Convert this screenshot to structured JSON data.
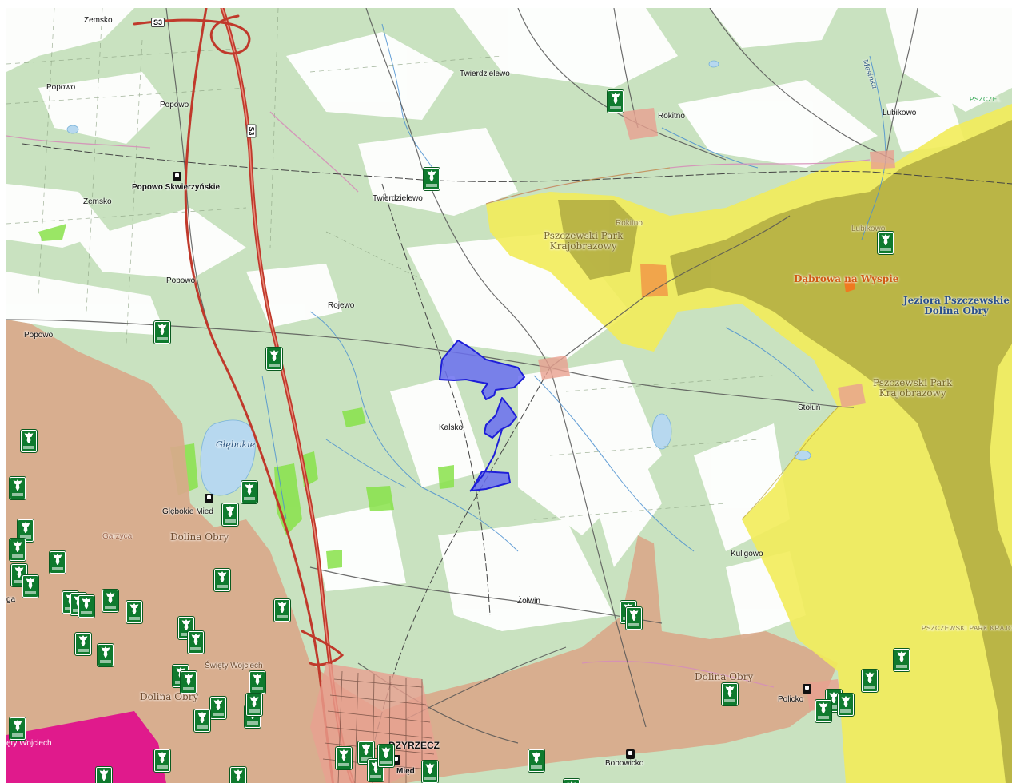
{
  "map": {
    "colors": {
      "forest": "#c9e2c0",
      "open_land": "#ffffff",
      "landscape_park": "#f2ec5a",
      "nature_reserve_zone": "#b6b244",
      "natura_obry": "#d9a98b",
      "natura_magenta": "#e01a8c",
      "selected_parcel": "#6a6ef0",
      "motorway": "#c0392b",
      "monument_marker": "#0f7a2e",
      "water": "#b7d8ef"
    },
    "labels": {
      "zemsko_top": "Zemsko",
      "popowo_1": "Popowo",
      "popowo_2": "Popowo",
      "twierdzielewo_top": "Twierdzielewo",
      "rokitno": "Rokitno",
      "lubikowo": "Lubikowo",
      "popowo_skwierzynskie": "Popowo Skwierzyńskie",
      "zemsko_2": "Zemsko",
      "twierdzielewo_2": "Twierdzielewo",
      "rokitno_2": "Rokitno",
      "popowo_3": "Popowo",
      "rojewo": "Rojewo",
      "popowo_4": "Popowo",
      "kalsko": "Kalsko",
      "stolun": "Stołuń",
      "glebokie_lake": "Głębokie",
      "glebokie_village": "Głębokie Mied",
      "garzyca": "Garzyca",
      "kuligowo": "Kuligowo",
      "zolwin": "Żołwin",
      "swiety_wojciech": "Święty Wojciech",
      "swiety_wojciech_2": "ęty Wojciech",
      "bobowicko": "Bobowicko",
      "policko": "Policko",
      "miedzyrzecz": "DZYRZECZ",
      "miedz_station": "Międ",
      "mesinka": "Mesinka",
      "pszczel": "PSZCZEL",
      "lubikowo_2": "Lubikowo",
      "ga": "ga"
    },
    "areas": {
      "park_1_line1": "Pszczewski Park",
      "park_1_line2": "Krajobrazowy",
      "park_2_line1": "Pszczewski Park",
      "park_2_line2": "Krajobrazowy",
      "park_small_caps": "PSZCZEWSKI PARK KRAJO",
      "dabrowa": "Dąbrowa na Wyspie",
      "jeziora_line1": "Jeziora Pszczewskie",
      "jeziora_line2": "Dolina Obry",
      "dolina_obry_1": "Dolina Obry",
      "dolina_obry_2": "Dolina Obry",
      "dolina_obry_3": "Dolina Obry"
    },
    "roads": {
      "s3_top": "S3",
      "s3_mid": "S3"
    },
    "markers": {
      "label": "POMNIK PRZYRODY"
    }
  }
}
